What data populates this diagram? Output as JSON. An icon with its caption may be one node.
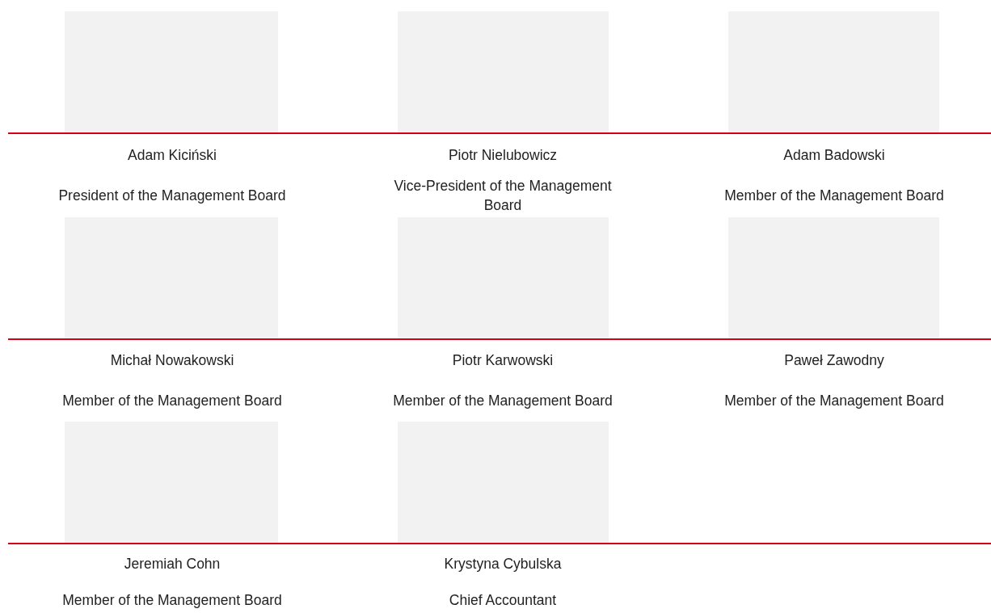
{
  "diagram": {
    "labels": [
      "Adam Kiciński",
      "Piotr Nielubowicz",
      "Adam Badowski",
      "President of the Management Board",
      "Vice-President of the Management Board",
      "Member of the Management Board",
      "Michał Nowakowski",
      "Piotr Karwowski",
      "Paweł Zawodny",
      "Member of the Management Board",
      "Member of the Management Board",
      "Member of the Management Board",
      "Jeremiah Cohn",
      "Krystyna Cybulska",
      "Member of the Management Board",
      "Chief Accountant"
    ]
  }
}
